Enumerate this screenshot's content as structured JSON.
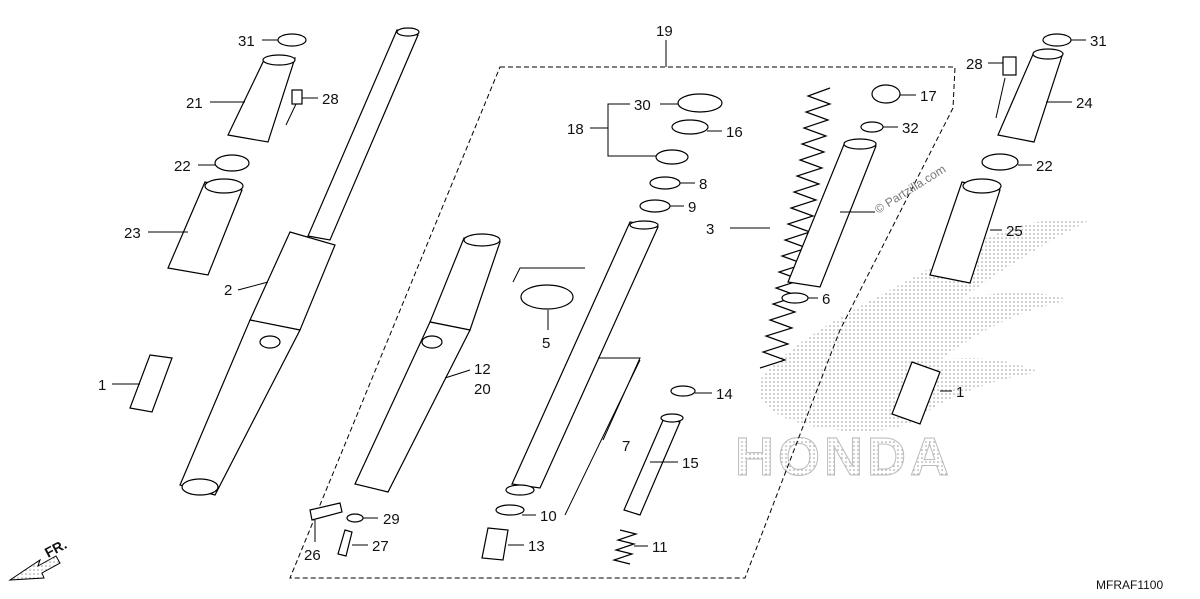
{
  "diagram": {
    "callouts": [
      {
        "id": "c31a",
        "text": "31"
      },
      {
        "id": "c21",
        "text": "21"
      },
      {
        "id": "c28a",
        "text": "28"
      },
      {
        "id": "c22a",
        "text": "22"
      },
      {
        "id": "c23",
        "text": "23"
      },
      {
        "id": "c2",
        "text": "2"
      },
      {
        "id": "c1a",
        "text": "1"
      },
      {
        "id": "c12",
        "text": "12"
      },
      {
        "id": "c20",
        "text": "20"
      },
      {
        "id": "c29",
        "text": "29"
      },
      {
        "id": "c26",
        "text": "26"
      },
      {
        "id": "c27",
        "text": "27"
      },
      {
        "id": "c19",
        "text": "19"
      },
      {
        "id": "c30",
        "text": "30"
      },
      {
        "id": "c18",
        "text": "18"
      },
      {
        "id": "c16",
        "text": "16"
      },
      {
        "id": "c8",
        "text": "8"
      },
      {
        "id": "c9",
        "text": "9"
      },
      {
        "id": "c5",
        "text": "5"
      },
      {
        "id": "c7",
        "text": "7"
      },
      {
        "id": "c10",
        "text": "10"
      },
      {
        "id": "c13",
        "text": "13"
      },
      {
        "id": "c3",
        "text": "3"
      },
      {
        "id": "c14",
        "text": "14"
      },
      {
        "id": "c15",
        "text": "15"
      },
      {
        "id": "c11",
        "text": "11"
      },
      {
        "id": "c17",
        "text": "17"
      },
      {
        "id": "c32",
        "text": "32"
      },
      {
        "id": "c6",
        "text": "6"
      },
      {
        "id": "c31b",
        "text": "31"
      },
      {
        "id": "c28b",
        "text": "28"
      },
      {
        "id": "c24",
        "text": "24"
      },
      {
        "id": "c22b",
        "text": "22"
      },
      {
        "id": "c25",
        "text": "25"
      },
      {
        "id": "c1b",
        "text": "1"
      }
    ],
    "front_indicator": "FR.",
    "diagram_code": "MFRAF1100",
    "watermark": "© Partzilla.com",
    "brand_watermark": "HONDA"
  }
}
